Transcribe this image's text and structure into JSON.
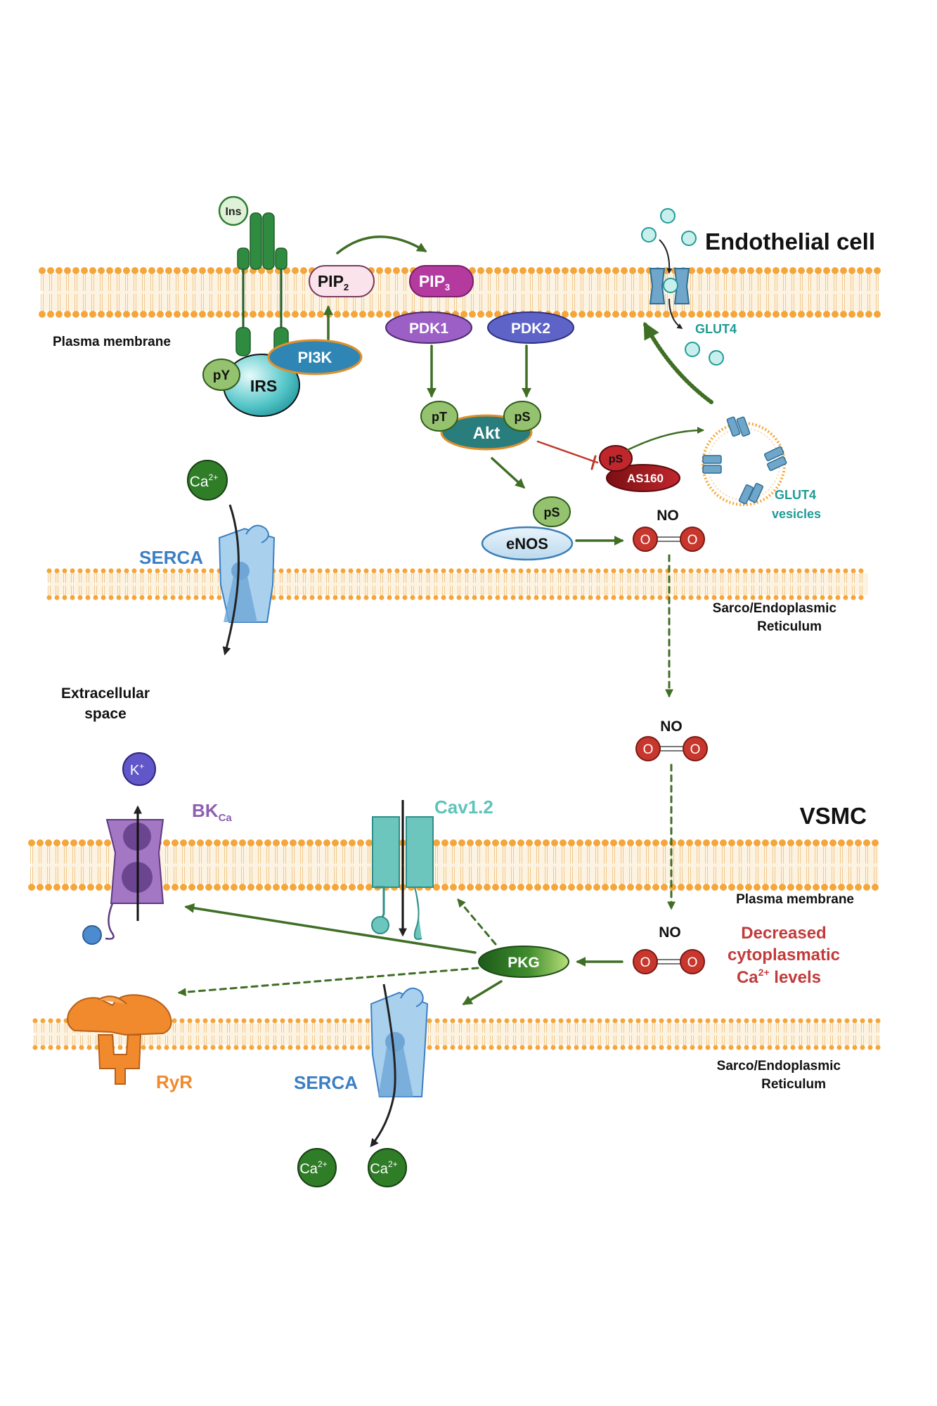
{
  "labels": {
    "endothelial_cell": "Endothelial cell",
    "vsmc": "VSMC",
    "plasma_membrane_top": "Plasma membrane",
    "plasma_membrane_bottom": "Plasma membrane",
    "sarco_er_top_line1": "Sarco/Endoplasmic",
    "sarco_er_top_line2": "Reticulum",
    "sarco_er_bottom_line1": "Sarco/Endoplasmic",
    "sarco_er_bottom_line2": "Reticulum",
    "extracellular_line1": "Extracellular",
    "extracellular_line2": "space",
    "glut4": "GLUT4",
    "glut4_vesicles_line1": "GLUT4",
    "glut4_vesicles_line2": "vesicles",
    "decreased_line1": "Decreased",
    "decreased_line2": "cytoplasmatic",
    "decreased_line3_main": "Ca",
    "decreased_line3_sup": "2+",
    "decreased_line3_tail": " levels"
  },
  "molecules": {
    "ins": "Ins",
    "pip2": "PIP",
    "pip2_sub": "2",
    "pip3": "PIP",
    "pip3_sub": "3",
    "pi3k": "PI3K",
    "irs": "IRS",
    "py": "pY",
    "pdk1": "PDK1",
    "pdk2": "PDK2",
    "akt": "Akt",
    "pt": "pT",
    "ps_akt": "pS",
    "ps_as160": "pS",
    "as160": "AS160",
    "ps_enos": "pS",
    "enos": "eNOS",
    "no_1": "NO",
    "no_2": "NO",
    "no_3": "NO",
    "o": "O",
    "ca_main": "Ca",
    "ca_sup": "2+",
    "k_main": "K",
    "k_sup": "+",
    "pkg": "PKG"
  },
  "channels": {
    "serca_top": "SERCA",
    "serca_bottom": "SERCA",
    "bkca_main": "BK",
    "bkca_sub": "Ca",
    "cav12": "Cav1.2",
    "ryr": "RyR"
  },
  "colors": {
    "membrane": "#f5a63a",
    "arrow_green": "#3f6e25",
    "inhibit_red": "#c0392b",
    "label_red": "#c23b3b",
    "serca_blue": "#3b7fc4",
    "bkca_purple": "#8e5fb0",
    "cav_teal": "#5fc3bb",
    "ryr_orange": "#f08a2c",
    "glut_teal": "#1f9c95"
  }
}
